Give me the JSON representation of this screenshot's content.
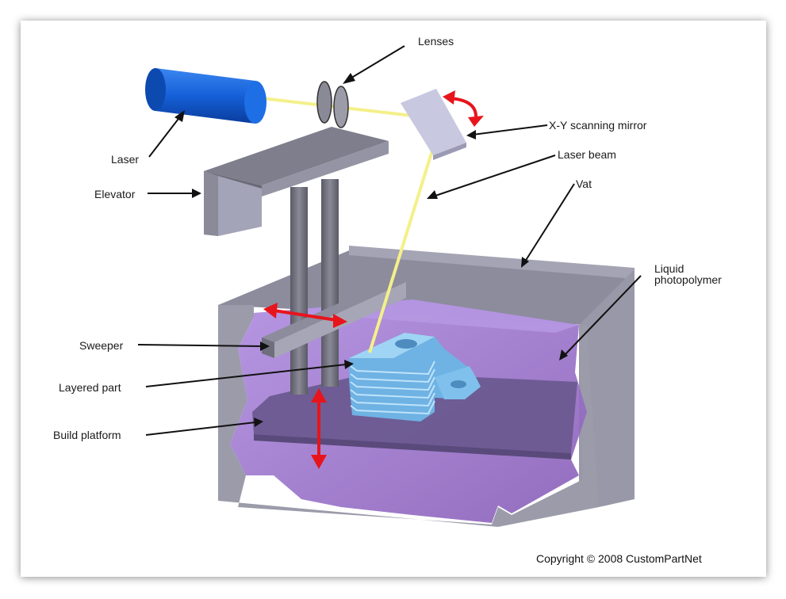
{
  "labels": {
    "lenses": "Lenses",
    "mirror": "X-Y scanning mirror",
    "laser": "Laser",
    "beam": "Laser beam",
    "elevator": "Elevator",
    "vat": "Vat",
    "liquid1": "Liquid",
    "liquid2": "photopolymer",
    "sweeper": "Sweeper",
    "layered_part": "Layered part",
    "build_platform": "Build platform"
  },
  "copyright": "Copyright © 2008 CustomPartNet",
  "colors": {
    "laser": "#1560d8",
    "beam": "#f4f08a",
    "vat": "#9898a8",
    "liquid": "#9a72c8",
    "part": "#7fc0ec",
    "arrow_red": "#e8141c"
  }
}
